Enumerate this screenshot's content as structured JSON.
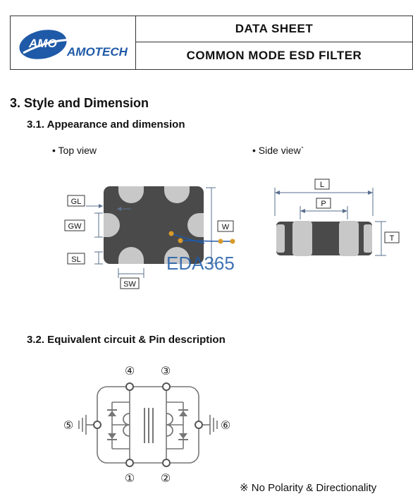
{
  "header": {
    "logo_badge": "AMO",
    "logo_name": "AMOTECH",
    "title": "DATA SHEET",
    "subtitle": "COMMON MODE ESD FILTER"
  },
  "section": {
    "title": "3. Style and Dimension",
    "sub1": "3.1. Appearance and dimension",
    "sub2": "3.2. Equivalent circuit & Pin description"
  },
  "views": {
    "top": "• Top view",
    "side": "• Side view`"
  },
  "dimensions": {
    "gl": "GL",
    "gw": "GW",
    "sl": "SL",
    "sw": "SW",
    "w": "W",
    "l": "L",
    "p": "P",
    "t": "T"
  },
  "watermark": "EDA365",
  "pins": {
    "p1": "①",
    "p2": "②",
    "p3": "③",
    "p4": "④",
    "p5": "⑤",
    "p6": "⑥"
  },
  "note": "※  No Polarity & Directionality",
  "colors": {
    "logo_blue": "#1f5aa8",
    "body_dark": "#4a4a4a",
    "terminal_gray": "#c8c8c8",
    "dim_line": "#5a6f8f",
    "circuit_gray": "#777777",
    "pad_gold": "#d89a2a"
  }
}
